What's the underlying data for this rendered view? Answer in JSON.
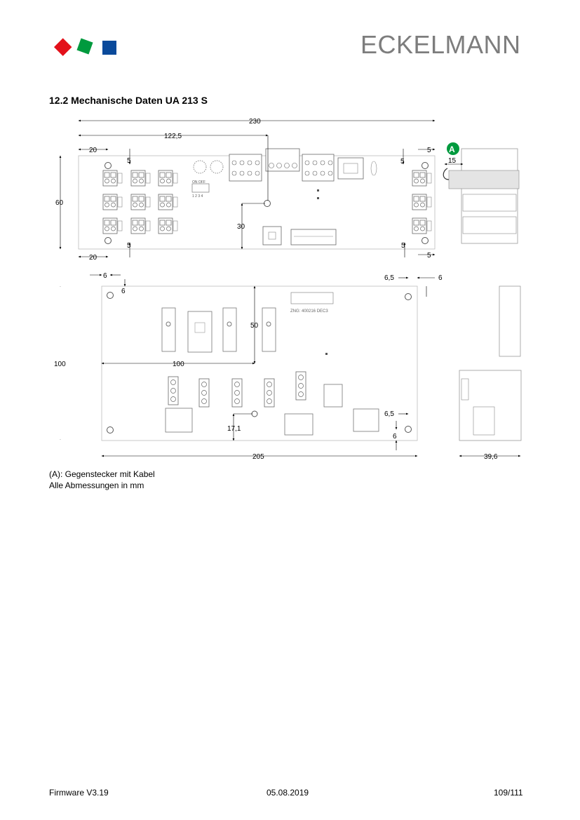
{
  "header": {
    "brand": "ECKELMANN",
    "logo_colors": {
      "red": "#e3111a",
      "green": "#009a3e",
      "blue": "#0a4a9b"
    }
  },
  "section": {
    "heading": "12.2 Mechanische Daten UA 213 S"
  },
  "drawing": {
    "top_view": {
      "dim_width": "230",
      "dim_offset": "122,5",
      "dim_left_top": "20",
      "dim_left_bottom": "20",
      "dim_hole_top": "5",
      "dim_hole_bottom": "5",
      "dim_right_top": "5",
      "dim_right_inner_top": "5",
      "dim_right_inner_bottom": "5",
      "dim_right_bottom": "5",
      "dim_height": "60",
      "dim_mid": "30",
      "dip_label_top": "ON OFF",
      "dip_label_bottom": "1 2 3 4"
    },
    "side_view_top": {
      "callout": "A",
      "dim_plug": "15"
    },
    "bottom_view": {
      "dim_left_6": "6",
      "dim_left_6_vert": "6",
      "dim_right_65": "6,5",
      "dim_right_6": "6",
      "dim_height": "100",
      "dim_mid_100": "100",
      "dim_50": "50",
      "dim_171": "17,1",
      "dim_right_65_lower": "6,5",
      "dim_right_6_lower": "6",
      "dim_205": "205",
      "board_marking": "ZNG: 400216 DEC3"
    },
    "side_view_bottom": {
      "dim_depth": "39,6"
    }
  },
  "notes": {
    "note_a": "(A): Gegenstecker mit Kabel",
    "note_units": "Alle Abmessungen in mm"
  },
  "footer": {
    "firmware": "Firmware V3.19",
    "date": "05.08.2019",
    "page": "109/111"
  }
}
